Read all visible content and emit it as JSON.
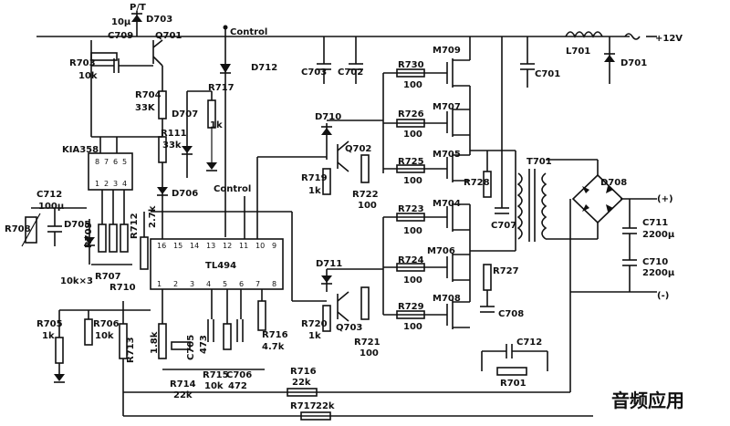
{
  "labels": {
    "pt": "P/T",
    "d703": "D703",
    "c10u": "10μ",
    "c709": "C709",
    "q701": "Q701",
    "control_top": "Control",
    "r703": "R703",
    "r703v": "10k",
    "r704": "R704",
    "r704v": "33K",
    "d707": "D707",
    "r717a": "R717",
    "r717av": "1k",
    "r111": "R111",
    "r111v": "33k",
    "d712": "D712",
    "c703": "C703",
    "c702": "C702",
    "r730": "R730",
    "r730v": "100",
    "m709": "M709",
    "l701": "L701",
    "p12v": "+12V",
    "c701": "C701",
    "d701": "D701",
    "r726": "R726",
    "r726v": "100",
    "m707": "M707",
    "d710": "D710",
    "q702": "Q702",
    "kia358": "KIA358",
    "c712a": "C712",
    "c712av": "100μ",
    "r708": "R708",
    "d705": "D705",
    "r709": "R709",
    "r707": "R707",
    "r710": "R710",
    "r10k3": "10k×3",
    "d706": "D706",
    "control_mid": "Control",
    "r719": "R719",
    "r719v": "1k",
    "r722": "R722",
    "r722v": "100",
    "r725": "R725",
    "r725v": "100",
    "m705": "M705",
    "r728": "R728",
    "t701": "T701",
    "d708": "D708",
    "plus": "(+)",
    "minus": "(-)",
    "r712": "R712",
    "r712v": "2.7k",
    "tl494": "TL494",
    "r723": "R723",
    "r723v": "100",
    "m704": "M704",
    "c707": "C707",
    "c711": "C711",
    "c711v": "2200μ",
    "c710": "C710",
    "c710v": "2200μ",
    "d711": "D711",
    "r724": "R724",
    "r724v": "100",
    "m706": "M706",
    "r727": "R727",
    "r705": "R705",
    "r705v": "1k",
    "r706": "R706",
    "r706v": "10k",
    "r713": "R713",
    "r18k": "1.8k",
    "c705": "C705",
    "c705v": "473",
    "r715": "R715",
    "r715v": "10k",
    "c706": "C706",
    "c706v": "472",
    "r716a": "R716",
    "r716av": "4.7k",
    "r720": "R720",
    "r720v": "1k",
    "q703": "Q703",
    "r721": "R721",
    "r721v": "100",
    "r729": "R729",
    "r729v": "100",
    "m708": "M708",
    "c708": "C708",
    "c712b": "C712",
    "r701": "R701",
    "r714": "R714",
    "r714v": "22k",
    "r716b": "R716",
    "r716bv": "22k",
    "r717b": "R717",
    "r717bv": "22k",
    "watermark": "音频应用",
    "pins_top": [
      "16",
      "15",
      "14",
      "13",
      "12",
      "11",
      "10",
      "9"
    ],
    "pins_bottom": [
      "1",
      "2",
      "3",
      "4",
      "5",
      "6",
      "7",
      "8"
    ],
    "kia_top": [
      "8",
      "7",
      "6",
      "5"
    ],
    "kia_bottom": [
      "1",
      "2",
      "3",
      "4"
    ]
  }
}
